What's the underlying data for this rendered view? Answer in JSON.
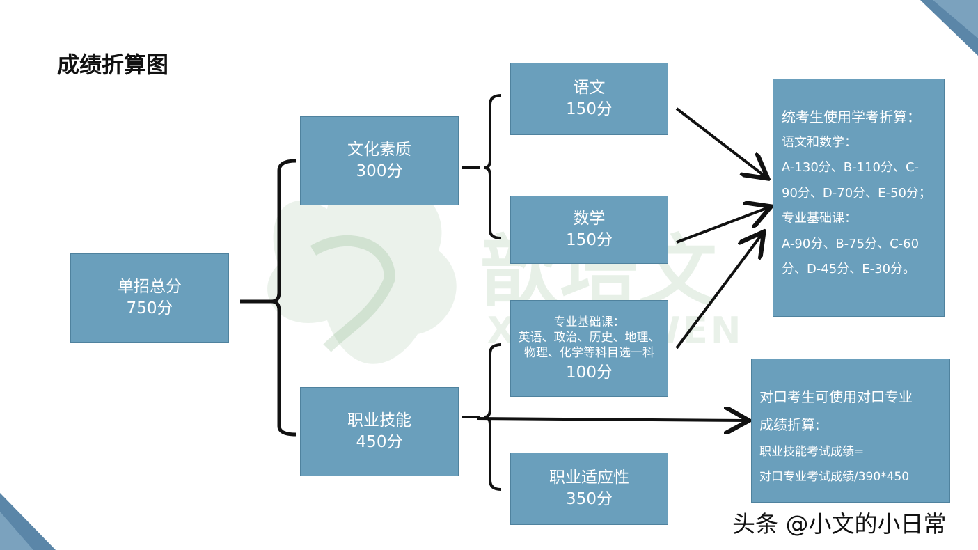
{
  "title": "成绩折算图",
  "nodes": {
    "total": {
      "name": "单招总分",
      "score": "750分"
    },
    "culture": {
      "name": "文化素质",
      "score": "300分"
    },
    "skill": {
      "name": "职业技能",
      "score": "450分"
    },
    "chinese": {
      "name": "语文",
      "score": "150分"
    },
    "math": {
      "name": "数学",
      "score": "150分"
    },
    "basic": {
      "label": "专业基础课：",
      "desc": "英语、政治、历史、地理、物理、化学等科目选一科",
      "score": "100分"
    },
    "adapt": {
      "name": "职业适应性",
      "score": "350分"
    }
  },
  "unified": {
    "head": "统考生使用学考折算：",
    "line1": "语文和数学：",
    "line2": "A-130分、B-110分、C-",
    "line3": "90分、D-70分、E-50分；",
    "line4": "专业基础课：",
    "line5": "A-90分、B-75分、C-60",
    "line6": "分、D-45分、E-30分。"
  },
  "counter": {
    "head1": "对口考生可使用对口专业",
    "head2": "成绩折算:",
    "line1": "职业技能考试成绩=",
    "line2": "对口专业考试成绩/390*450"
  },
  "footer": "头条 @小文的小日常",
  "colors": {
    "box": "#6a9fbc",
    "corner": "#5b86a8"
  }
}
